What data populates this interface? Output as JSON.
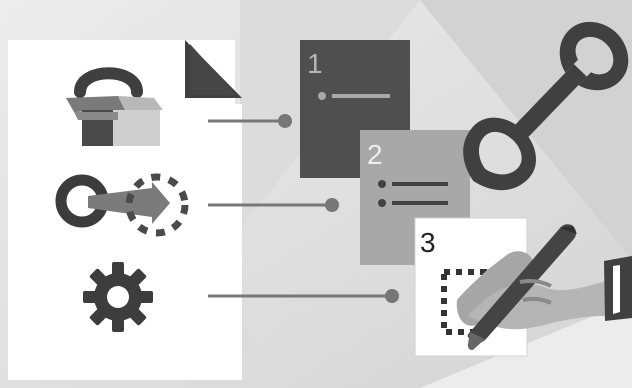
{
  "colors": {
    "background": "#d8d8d8",
    "panel_white": "#ffffff",
    "doc1": "#4f4f4f",
    "doc2": "#a7a7a7",
    "doc3": "#ffffff",
    "accent_dark": "#3f3f3f",
    "accent_mid": "#7b7b7b"
  },
  "panel": {
    "icons": [
      "package-icon",
      "move-icon",
      "gear-icon"
    ]
  },
  "documents": [
    {
      "label": "1"
    },
    {
      "label": "2"
    },
    {
      "label": "3"
    }
  ],
  "decorations": [
    "wrench-icon",
    "hand-pen-icon",
    "dashed-selection-icon"
  ]
}
